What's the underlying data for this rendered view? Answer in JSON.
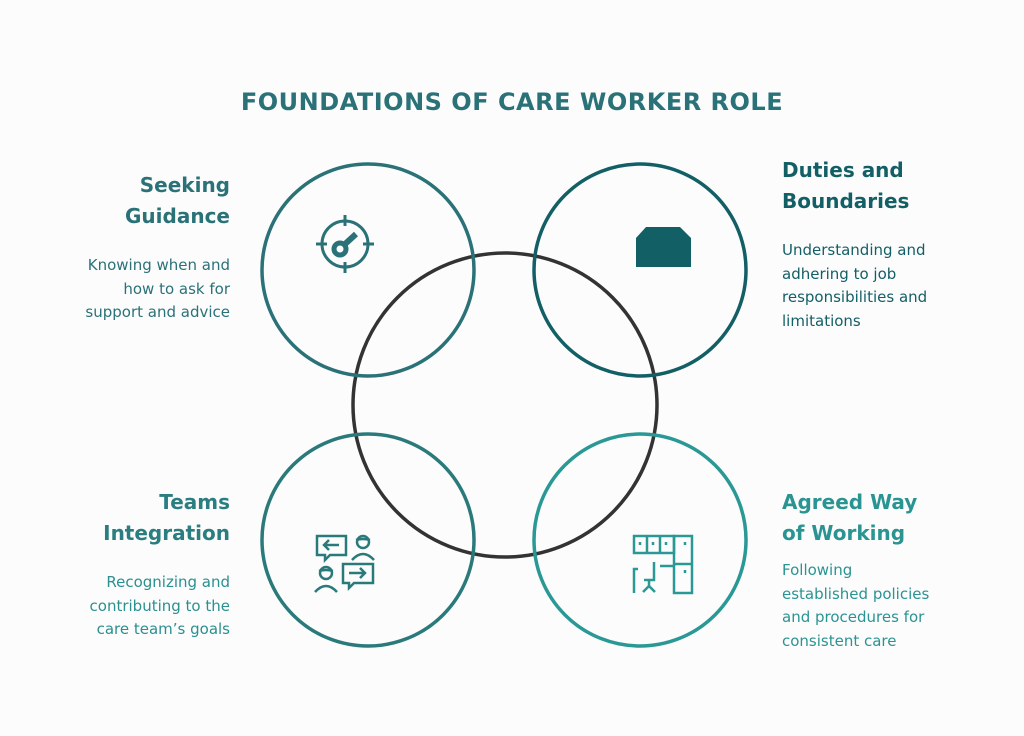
{
  "title": "FOUNDATIONS OF CARE WORKER ROLE",
  "colors": {
    "title": "#2a7278",
    "center_circle": "#333333",
    "seeking_guidance": "#2a7278",
    "duties_boundaries": "#135f66",
    "teams_integration": "#2a7a7c",
    "agreed_way": "#2a9894"
  },
  "sections": {
    "seeking_guidance": {
      "heading_line1": "Seeking",
      "heading_line2": "Guidance",
      "desc_line1": "Knowing when and",
      "desc_line2": "how to ask for",
      "desc_line3": "support and advice",
      "icon": "target-key-icon"
    },
    "duties_boundaries": {
      "heading_line1": "Duties and",
      "heading_line2": "Boundaries",
      "desc_line1": "Understanding and",
      "desc_line2": "adhering to job",
      "desc_line3": "responsibilities and",
      "desc_line4": "limitations",
      "icon": "boundary-shape-icon"
    },
    "teams_integration": {
      "heading_line1": "Teams",
      "heading_line2": "Integration",
      "desc_line1": "Recognizing and",
      "desc_line2": "contributing to the",
      "desc_line3": "care team’s goals",
      "icon": "team-communication-icon"
    },
    "agreed_way": {
      "heading_line1": "Agreed Way",
      "heading_line2": "of Working",
      "desc_line1": "Following",
      "desc_line2": "established policies",
      "desc_line3": "and procedures for",
      "desc_line4": "consistent care",
      "icon": "office-workspace-icon"
    }
  }
}
